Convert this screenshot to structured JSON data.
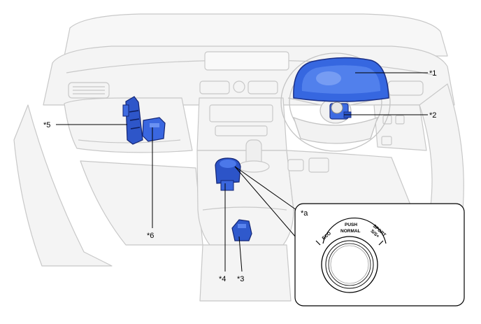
{
  "callouts": {
    "c1": "*1",
    "c2": "*2",
    "c3": "*3",
    "c4": "*4",
    "c5": "*5",
    "c6": "*6",
    "ca": "*a"
  },
  "detail": {
    "label_push": "PUSH",
    "label_normal": "NORMAL",
    "label_eco": "ECO",
    "label_sport": "SPORT",
    "label_sport_sub": "S/S+"
  },
  "colors": {
    "line": "#c9c9c9",
    "fill": "#f3f3f3",
    "part_blue": "#2f5bd8",
    "part_dark": "#1b2f8a"
  }
}
